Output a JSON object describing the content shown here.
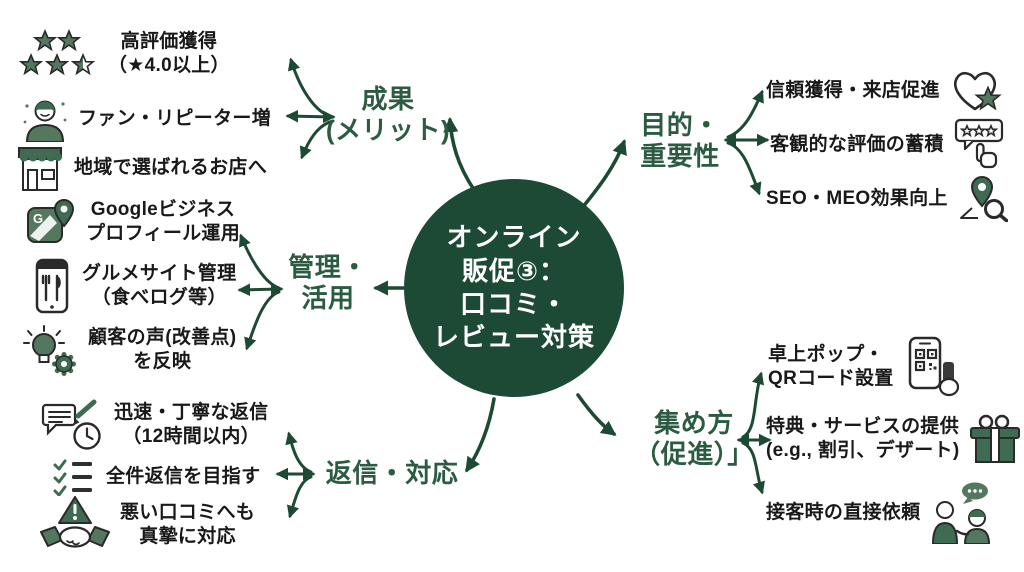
{
  "center": {
    "lines": [
      "オンライン",
      "販促③：",
      "口コミ・",
      "レビュー対策"
    ]
  },
  "colors": {
    "theme_dark_green": "#1d4a34",
    "label_green": "#2b5b41",
    "icon_green": "#53785f",
    "icon_dark_green": "#3e6b52",
    "text_color": "#191919",
    "background": "#ffffff"
  },
  "branches": {
    "seika": {
      "label_lines": [
        "成果",
        "(メリット)"
      ],
      "items": [
        {
          "icon": "star-rating-icon",
          "lines": [
            "高評価獲得",
            "（★4.0以上）"
          ]
        },
        {
          "icon": "fan-repeater-icon",
          "lines": [
            "ファン・リピーター増"
          ]
        },
        {
          "icon": "storefront-icon",
          "lines": [
            "地域で選ばれるお店へ"
          ]
        }
      ]
    },
    "kanri": {
      "label_lines": [
        "管理・",
        "活用"
      ],
      "items": [
        {
          "icon": "google-business-icon",
          "lines": [
            "Googleビジネス",
            "プロフィール運用"
          ]
        },
        {
          "icon": "gourmet-site-icon",
          "lines": [
            "グルメサイト管理",
            "（食べログ等）"
          ]
        },
        {
          "icon": "customer-feedback-icon",
          "lines": [
            "顧客の声(改善点)",
            "を反映"
          ]
        }
      ]
    },
    "henshin": {
      "label_lines": [
        "返信・対応"
      ],
      "items": [
        {
          "icon": "quick-reply-icon",
          "lines": [
            "迅速・丁寧な返信",
            "（12時間以内）"
          ]
        },
        {
          "icon": "checklist-icon",
          "lines": [
            "全件返信を目指す"
          ]
        },
        {
          "icon": "handshake-warning-icon",
          "lines": [
            "悪い口コミへも",
            "真摯に対応"
          ]
        }
      ]
    },
    "mokuteki": {
      "label_lines": [
        "目的・",
        "重要性"
      ],
      "items": [
        {
          "icon": "heart-star-icon",
          "lines": [
            "信頼獲得・来店促進"
          ]
        },
        {
          "icon": "review-stars-icon",
          "lines": [
            "客観的な評価の蓄積"
          ]
        },
        {
          "icon": "map-pin-search-icon",
          "lines": [
            "SEO・MEO効果向上"
          ]
        }
      ]
    },
    "atsume": {
      "label_lines": [
        "集め方",
        "（促進）」"
      ],
      "items": [
        {
          "icon": "qr-code-phone-icon",
          "lines": [
            "卓上ポップ・",
            "QRコード設置"
          ]
        },
        {
          "icon": "gift-icon",
          "lines": [
            "特典・サービスの提供",
            "(e.g., 割引、デザート)"
          ]
        },
        {
          "icon": "staff-request-icon",
          "lines": [
            "接客時の直接依頼"
          ]
        }
      ]
    }
  }
}
